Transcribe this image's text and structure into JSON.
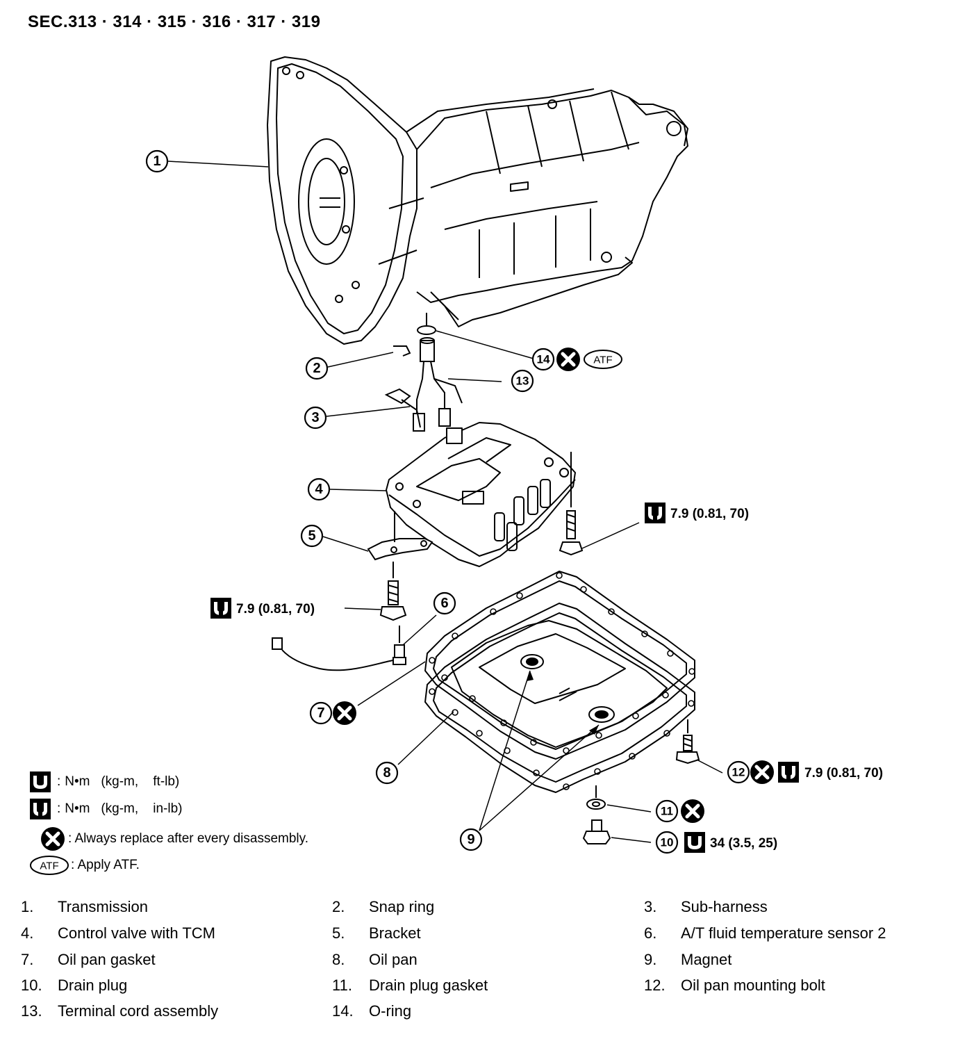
{
  "section_title": "SEC.313 · 314 · 315 · 316 · 317 · 319",
  "callouts": [
    {
      "num": "1"
    },
    {
      "num": "2"
    },
    {
      "num": "3"
    },
    {
      "num": "4"
    },
    {
      "num": "5"
    },
    {
      "num": "6"
    },
    {
      "num": "7"
    },
    {
      "num": "8"
    },
    {
      "num": "9"
    },
    {
      "num": "10"
    },
    {
      "num": "11"
    },
    {
      "num": "12"
    },
    {
      "num": "13"
    },
    {
      "num": "14"
    }
  ],
  "torque_specs": {
    "control_valve_bolt": "7.9  (0.81,  70)",
    "bracket_bolt": "7.9  (0.81,  70)",
    "oil_pan_bolt": "7.9  (0.81,  70)",
    "drain_plug": "34  (3.5,  25)"
  },
  "atf_badge": "ATF",
  "legend": {
    "ft_lb": "N•m   (kg-m,    ft-lb)",
    "in_lb": "N•m   (kg-m,    in-lb)",
    "replace": ": Always replace after every disassembly.",
    "atf_label": "ATF",
    "atf_text": ": Apply ATF.",
    "colon": ":"
  },
  "parts": [
    {
      "num": "1.",
      "name": "Transmission"
    },
    {
      "num": "2.",
      "name": "Snap ring"
    },
    {
      "num": "3.",
      "name": "Sub-harness"
    },
    {
      "num": "4.",
      "name": "Control valve with TCM"
    },
    {
      "num": "5.",
      "name": "Bracket"
    },
    {
      "num": "6.",
      "name": "A/T fluid temperature sensor 2"
    },
    {
      "num": "7.",
      "name": "Oil pan gasket"
    },
    {
      "num": "8.",
      "name": "Oil pan"
    },
    {
      "num": "9.",
      "name": "Magnet"
    },
    {
      "num": "10.",
      "name": "Drain plug"
    },
    {
      "num": "11.",
      "name": "Drain plug gasket"
    },
    {
      "num": "12.",
      "name": "Oil pan mounting bolt"
    },
    {
      "num": "13.",
      "name": "Terminal cord assembly"
    },
    {
      "num": "14.",
      "name": "O-ring"
    }
  ]
}
